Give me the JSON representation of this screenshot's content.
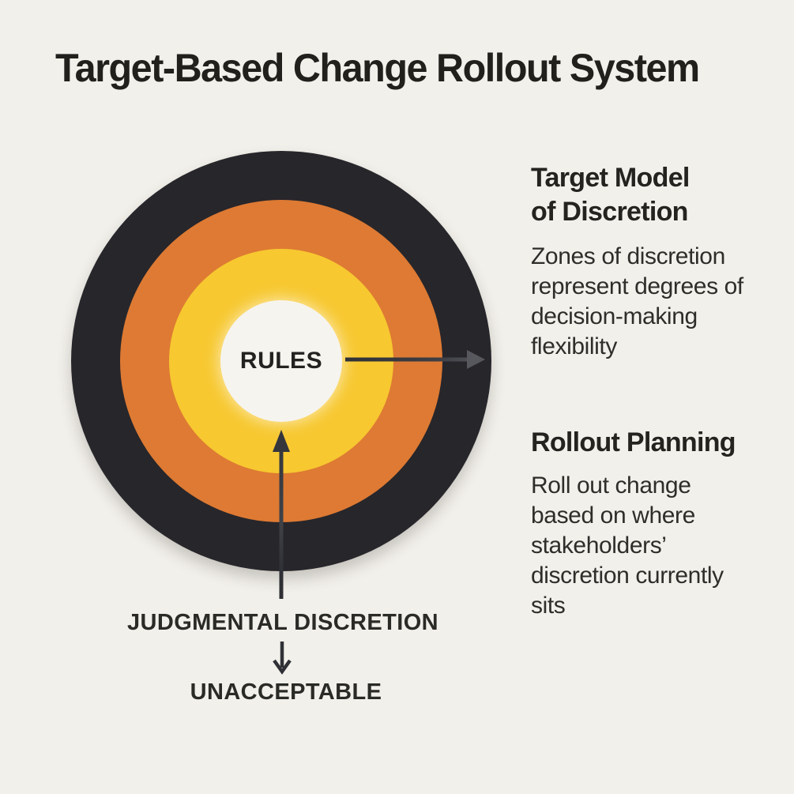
{
  "title": "Target-Based Change Rollout System",
  "target": {
    "center_label": "RULES",
    "rings": [
      {
        "name": "unacceptable-zone",
        "color": "#27262b"
      },
      {
        "name": "outer-discretion-zone",
        "color": "#de7a33"
      },
      {
        "name": "inner-discretion-zone",
        "color": "#f7c830"
      },
      {
        "name": "rules-core",
        "color": "#f6f4ef"
      }
    ]
  },
  "annotations": {
    "judgmental_discretion": "JUDGMENTAL DISCRETION",
    "unacceptable": "UNACCEPTABLE"
  },
  "sections": [
    {
      "heading": "Target Model\nof Discretion",
      "body": "Zones of discretion\nrepresent degrees of\ndecision-making\nflexibility"
    },
    {
      "heading": "Rollout Planning",
      "body": "Roll out change\nbased on where\nstakeholders’\ndiscretion currently\nsits"
    }
  ],
  "colors": {
    "background": "#f2f0ea",
    "arrow_dark": "#303238",
    "arrow_light": "#55575d",
    "text": "#23221f"
  }
}
